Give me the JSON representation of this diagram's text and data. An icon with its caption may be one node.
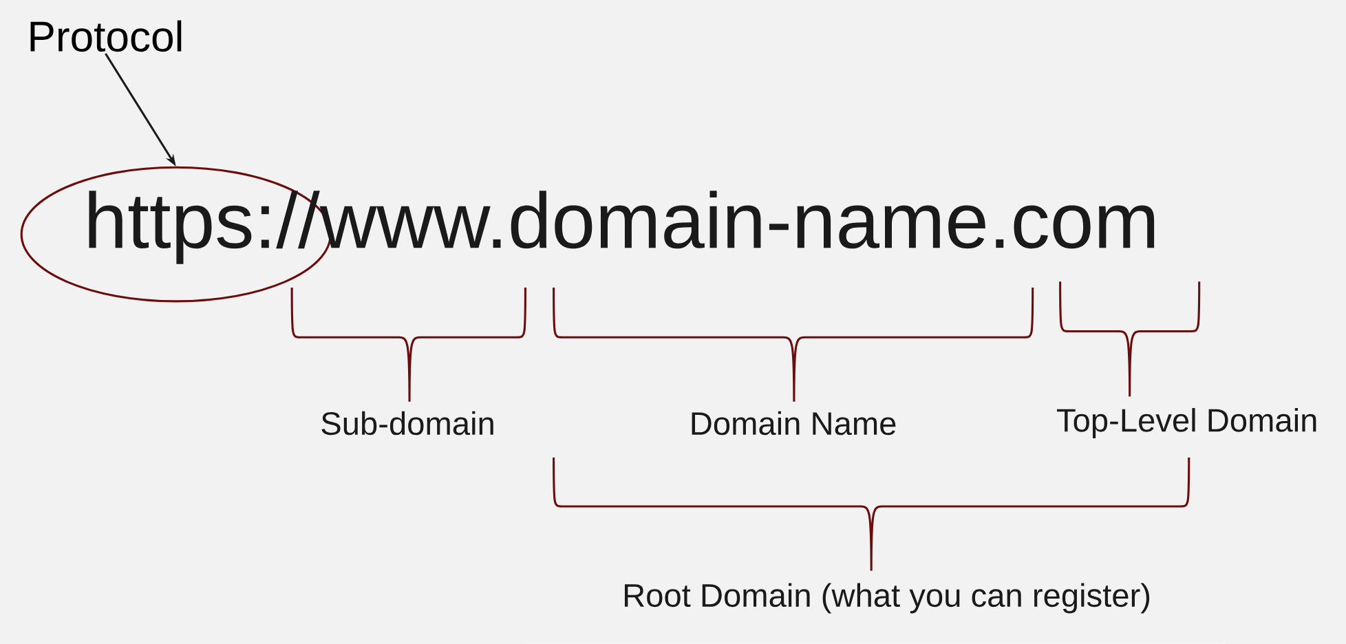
{
  "diagram": {
    "nodes": [
      {
        "text": [
          "Protocol"
        ]
      },
      {
        "text": [],
        "shape": "ellipse"
      }
    ],
    "edges": [
      {
        "from": 0,
        "to": 1,
        "arrow": "to"
      }
    ],
    "labels": [
      "https://www.domain-name.com",
      "Sub-domain",
      "Domain Name",
      "Top-Level Domain",
      "Root Domain (what you can register)"
    ]
  }
}
